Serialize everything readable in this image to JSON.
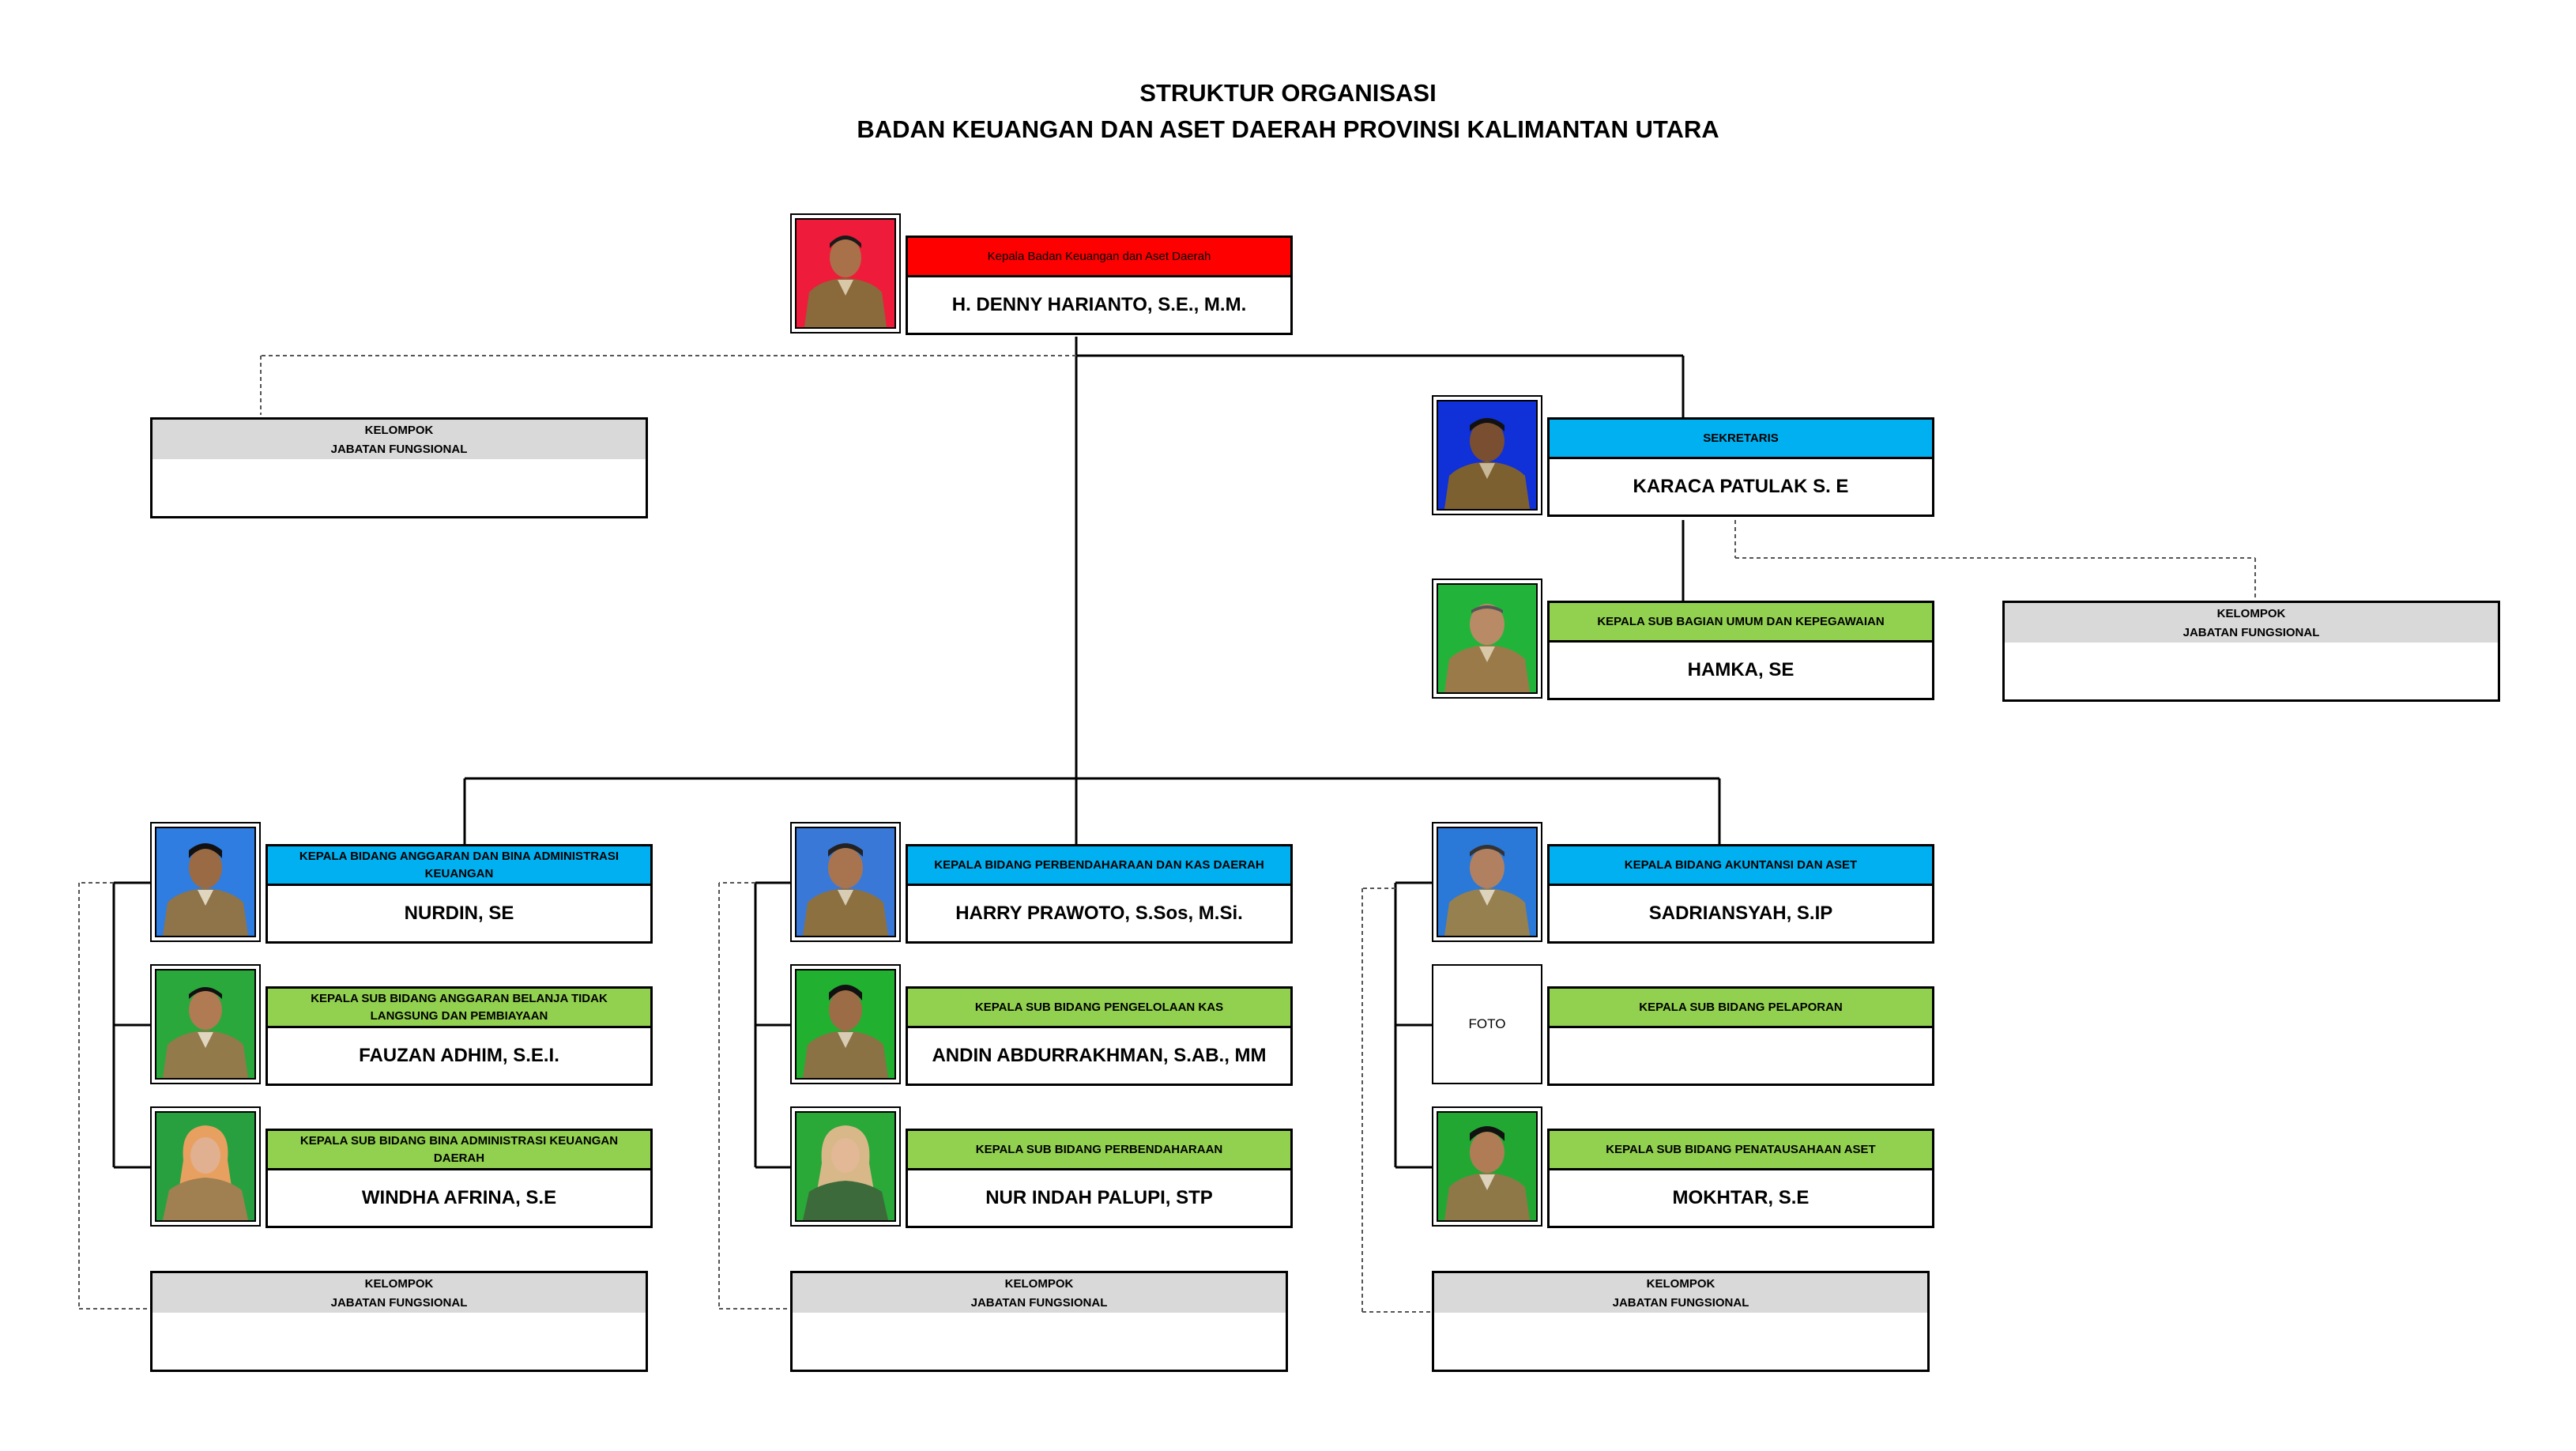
{
  "title": {
    "line1": "STRUKTUR ORGANISASI",
    "line2": "BADAN KEUANGAN DAN ASET DAERAH PROVINSI KALIMANTAN UTARA"
  },
  "colors": {
    "head_red": "#ff0000",
    "bidang_blue": "#00b0f0",
    "subbidang_green": "#92d050",
    "kelompok_gray": "#d9d9d9"
  },
  "kepala": {
    "role": "Kepala Badan Keuangan dan Aset Daerah",
    "name": "H. DENNY HARIANTO, S.E., M.M."
  },
  "sekretaris": {
    "role": "SEKRETARIS",
    "name": "KARACA PATULAK S. E"
  },
  "subbag_umum": {
    "role": "KEPALA SUB BAGIAN UMUM DAN KEPEGAWAIAN",
    "name": "HAMKA, SE"
  },
  "kelompok": {
    "line1": "KELOMPOK",
    "line2": "JABATAN FUNGSIONAL"
  },
  "bidang_anggaran": {
    "head": {
      "role": "KEPALA BIDANG ANGGARAN DAN BINA ADMINISTRASI KEUANGAN",
      "name": "NURDIN, SE"
    },
    "sub1": {
      "role": "KEPALA SUB BIDANG ANGGARAN BELANJA TIDAK LANGSUNG DAN PEMBIAYAAN",
      "name": "FAUZAN ADHIM, S.E.I."
    },
    "sub2": {
      "role": "KEPALA SUB BIDANG BINA ADMINISTRASI KEUANGAN DAERAH",
      "name": "WINDHA AFRINA, S.E"
    }
  },
  "bidang_perbendaharaan": {
    "head": {
      "role": "KEPALA BIDANG PERBENDAHARAAN DAN KAS DAERAH",
      "name": "HARRY PRAWOTO, S.Sos, M.Si."
    },
    "sub1": {
      "role": "KEPALA SUB BIDANG PENGELOLAAN KAS",
      "name": "ANDIN ABDURRAKHMAN, S.AB., MM"
    },
    "sub2": {
      "role": "KEPALA SUB BIDANG PERBENDAHARAAN",
      "name": "NUR INDAH PALUPI, STP"
    }
  },
  "bidang_akuntansi": {
    "head": {
      "role": "KEPALA BIDANG AKUNTANSI DAN ASET",
      "name": "SADRIANSYAH, S.IP"
    },
    "sub1": {
      "role": "KEPALA SUB BIDANG PELAPORAN",
      "name": "",
      "photo_placeholder": "FOTO"
    },
    "sub2": {
      "role": "KEPALA SUB BIDANG PENATAUSAHAAN ASET",
      "name": "MOKHTAR, S.E"
    }
  }
}
